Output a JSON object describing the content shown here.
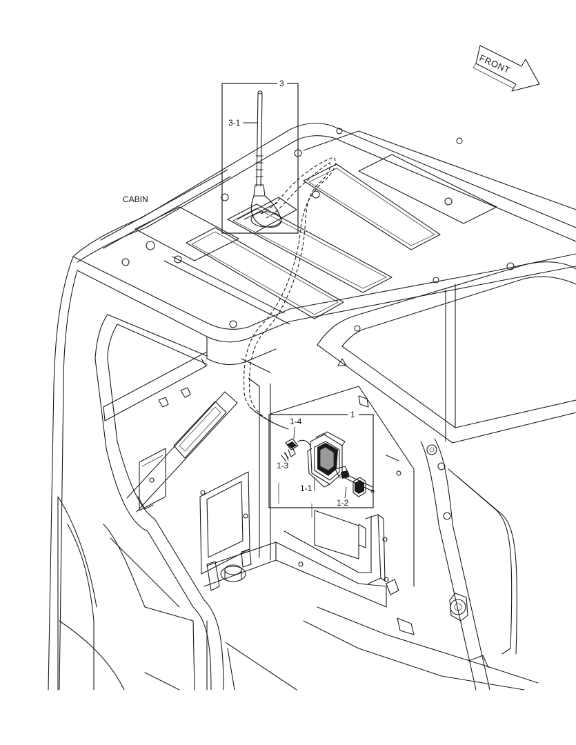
{
  "direction_label": "FRONT",
  "section_label": "CABIN",
  "callouts": {
    "antenna_group": "3",
    "antenna_mast": "3-1",
    "radio_group": "1",
    "radio_unit": "1-1",
    "harness_connector": "1-2",
    "fuse_holder": "1-3",
    "fuse": "1-4"
  }
}
